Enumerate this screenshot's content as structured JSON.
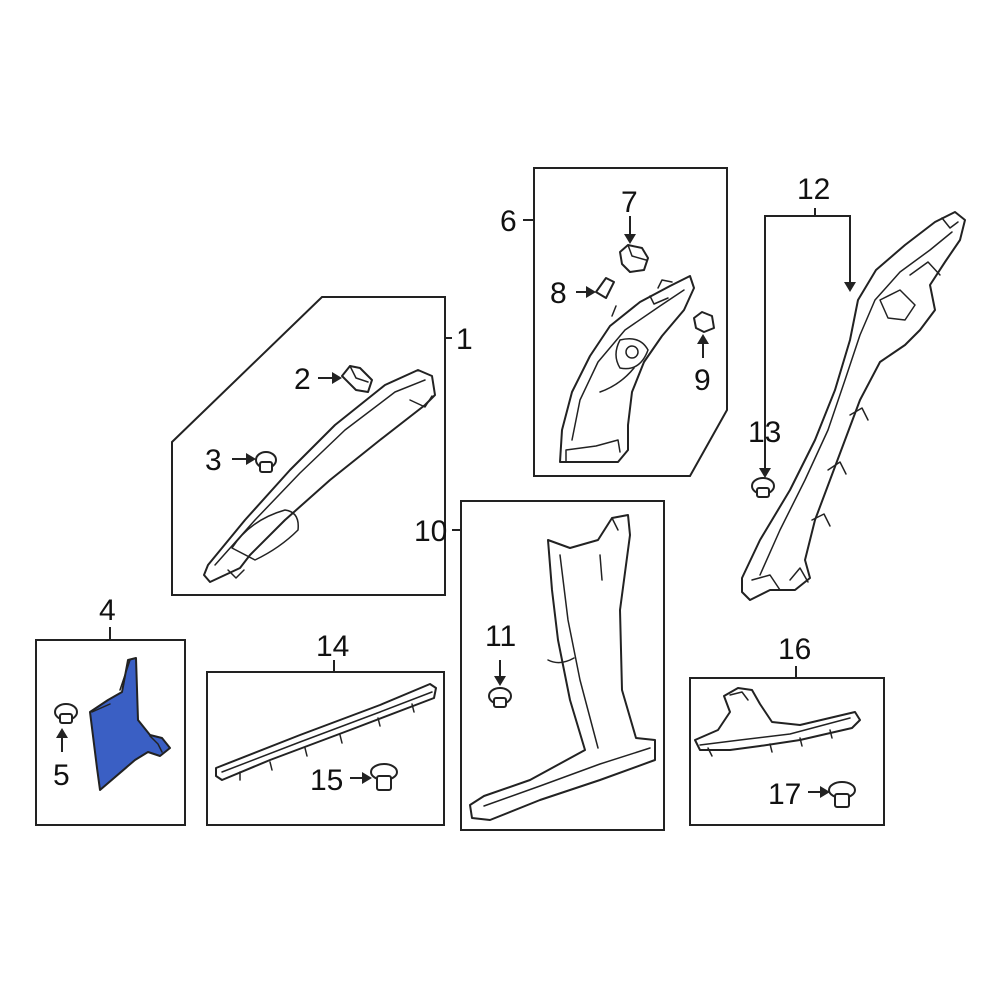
{
  "callouts": {
    "c1": "1",
    "c2": "2",
    "c3": "3",
    "c4": "4",
    "c5": "5",
    "c6": "6",
    "c7": "7",
    "c8": "8",
    "c9": "9",
    "c10": "10",
    "c11": "11",
    "c12": "12",
    "c13": "13",
    "c14": "14",
    "c15": "15",
    "c16": "16",
    "c17": "17"
  },
  "colors": {
    "highlight_part": "#3A5FC4",
    "line": "#222222",
    "background": "#FFFFFF"
  }
}
